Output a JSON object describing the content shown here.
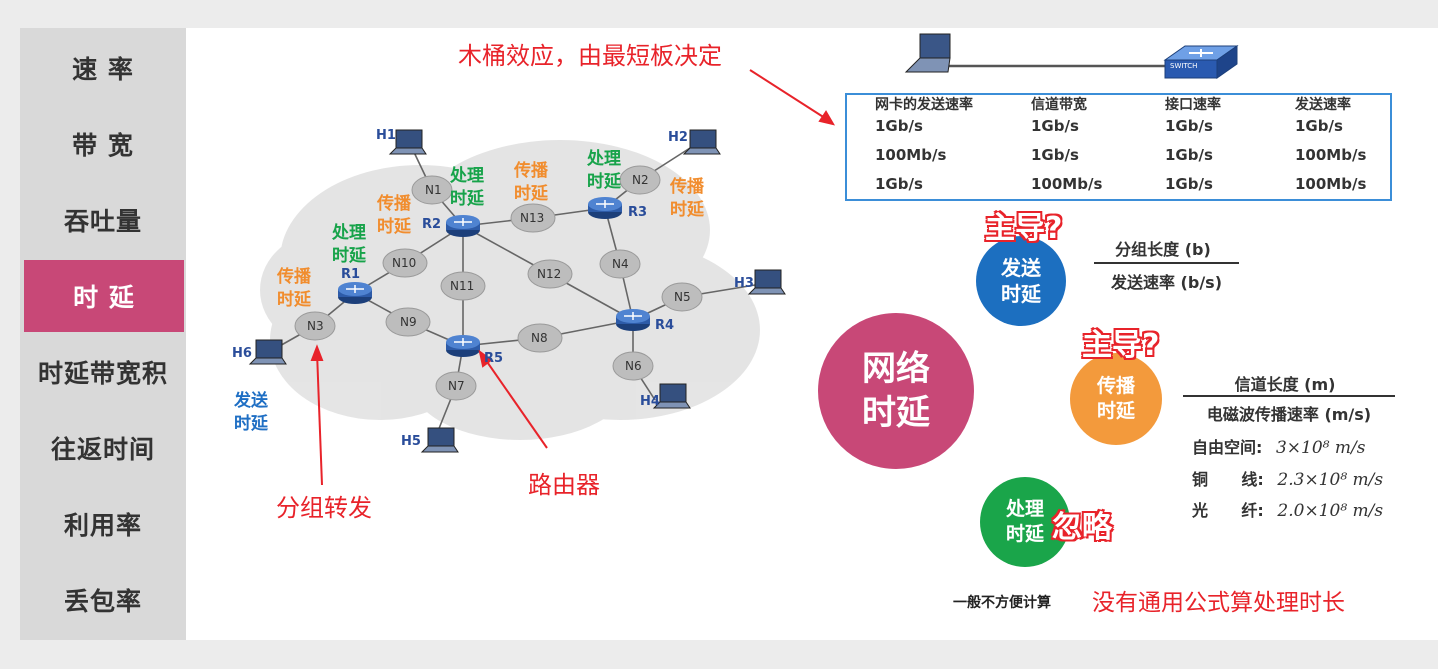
{
  "sidebar": {
    "items": [
      {
        "label": "速 率",
        "active": false
      },
      {
        "label": "带 宽",
        "active": false
      },
      {
        "label": "吞吐量",
        "active": false
      },
      {
        "label": "时 延",
        "active": true
      },
      {
        "label": "时延带宽积",
        "active": false
      },
      {
        "label": "往返时间",
        "active": false
      },
      {
        "label": "利用率",
        "active": false
      },
      {
        "label": "丢包率",
        "active": false
      }
    ],
    "active_color": "#c84877"
  },
  "network": {
    "hosts": [
      "H1",
      "H2",
      "H3",
      "H4",
      "H5",
      "H6"
    ],
    "routers": [
      "R1",
      "R2",
      "R3",
      "R4",
      "R5"
    ],
    "nodes": [
      "N1",
      "N2",
      "N3",
      "N4",
      "N5",
      "N6",
      "N7",
      "N8",
      "N9",
      "N10",
      "N11",
      "N12",
      "N13"
    ],
    "labels": {
      "propagation_delay": "传播时延",
      "processing_delay": "处理时延",
      "transmission_delay": "发送时延",
      "packet_forwarding": "分组转发",
      "router": "路由器"
    }
  },
  "barrel_effect": "木桶效应，由最短板决定",
  "switch_label": "SWITCH",
  "rate_table": {
    "headers": [
      "网卡的发送速率",
      "信道带宽",
      "接口速率",
      "发送速率"
    ],
    "rows": [
      [
        "1Gb/s",
        "1Gb/s",
        "1Gb/s",
        "1Gb/s"
      ],
      [
        "100Mb/s",
        "1Gb/s",
        "1Gb/s",
        "100Mb/s"
      ],
      [
        "1Gb/s",
        "100Mb/s",
        "1Gb/s",
        "100Mb/s"
      ]
    ]
  },
  "delays": {
    "network_delay": "网络时延",
    "transmission": {
      "label": "发送时延",
      "dominant": "主导?",
      "numerator": "分组长度 (b)",
      "denominator": "发送速率 (b/s)",
      "color": "#1c6fc0"
    },
    "propagation": {
      "label": "传播时延",
      "dominant": "主导?",
      "numerator": "信道长度 (m)",
      "denominator": "电磁波传播速率 (m/s)",
      "color": "#f39a3c",
      "speeds": [
        {
          "medium": "自由空间:",
          "value": "3×10⁸  m/s"
        },
        {
          "medium": "铜      线:",
          "value": "2.3×10⁸  m/s"
        },
        {
          "medium": "光      纤:",
          "value": "2.0×10⁸  m/s"
        }
      ]
    },
    "processing": {
      "label": "处理时延",
      "ignore": "忽略",
      "color": "#1aa54a",
      "note_small": "一般不方便计算",
      "note_large": "没有通用公式算处理时长"
    },
    "network_color": "#c84877"
  }
}
